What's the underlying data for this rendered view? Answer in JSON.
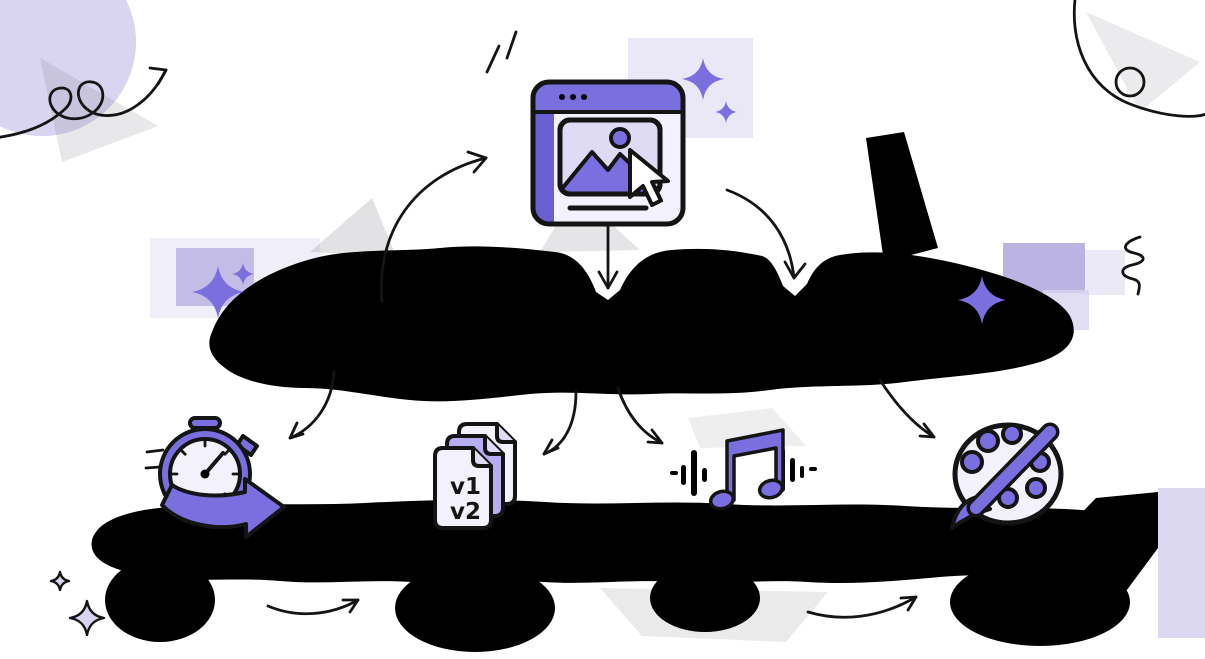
{
  "colors": {
    "outline": "#141414",
    "accent": "#7b6fe0",
    "accent_dark": "#6a5ed0",
    "accent_light": "#b7aef2",
    "paper": "#f3f1fb",
    "paper_mid": "#e0dbf4",
    "lavender": "#d9d4f0",
    "lavender_deep": "#aaa1dc",
    "haze": "#70707c",
    "ink": "#000000",
    "white": "#ffffff"
  },
  "hero": {
    "icon": "browser-image-cursor-icon"
  },
  "features": {
    "speed_icon": "stopwatch-fast-arrow-icon",
    "versions_icon": "document-versions-icon",
    "versions_labels": {
      "v1": "v1",
      "v2": "v2"
    },
    "audio_icon": "music-note-icon",
    "art_icon": "paint-palette-icon"
  },
  "decorations": {
    "top_left": "curl-arrow-doodle",
    "top_right": "spiral-doodle",
    "sparkles": "four-point-sparkles",
    "right_mid": "squiggle-doodle",
    "text_masks": "redacted-text-blobs"
  }
}
